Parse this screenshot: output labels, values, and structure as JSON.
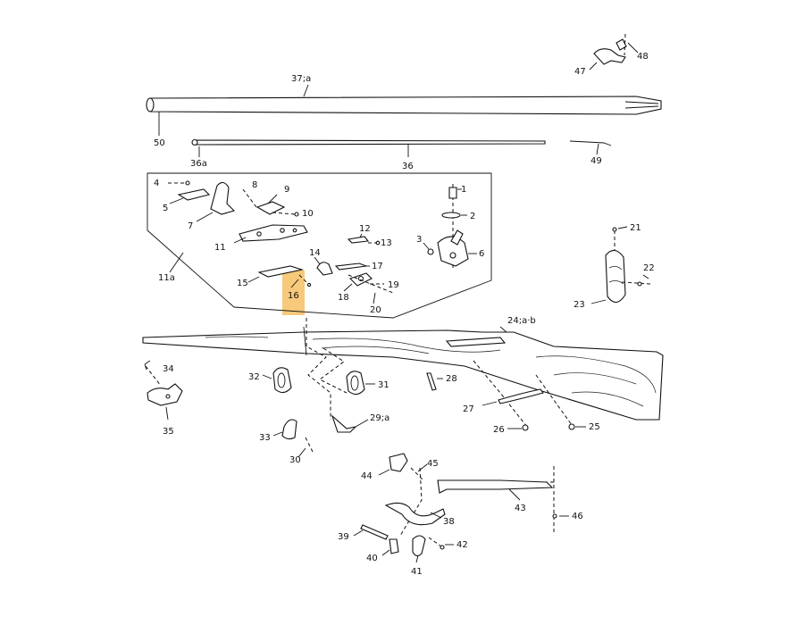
{
  "highlight_color": "#f7c97a",
  "labels": {
    "l48": "48",
    "l47": "47",
    "l37a": "37;a",
    "l50": "50",
    "l36a": "36a",
    "l36": "36",
    "l49": "49",
    "l11a": "11a",
    "l4": "4",
    "l5": "5",
    "l7": "7",
    "l8": "8",
    "l9": "9",
    "l10": "10",
    "l11": "11",
    "l1": "1",
    "l2": "2",
    "l3": "3",
    "l6": "6",
    "l12": "12",
    "l13": "13",
    "l14": "14",
    "l17": "17",
    "l15": "15",
    "l16": "16",
    "l19": "19",
    "l18": "18",
    "l20": "20",
    "l21": "21",
    "l22": "22",
    "l23": "23",
    "l24ab": "24;a·b",
    "l34": "34",
    "l32": "32",
    "l31": "31",
    "l28": "28",
    "l27": "27",
    "l25": "25",
    "l26": "26",
    "l35": "35",
    "l33": "33",
    "l29a": "29;a",
    "l30": "30",
    "l44": "44",
    "l45": "45",
    "l43": "43",
    "l46": "46",
    "l38": "38",
    "l39": "39",
    "l42": "42",
    "l40": "40",
    "l41": "41"
  }
}
